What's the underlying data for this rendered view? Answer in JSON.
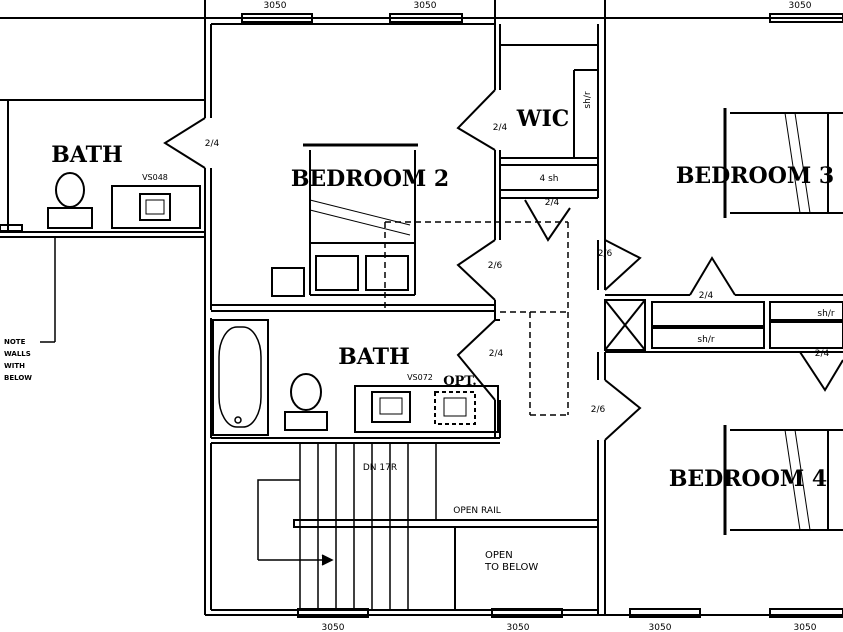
{
  "window_codes": {
    "top_1": "3050",
    "top_2": "3050",
    "top_3": "3050",
    "bottom_1": "3050",
    "bottom_2": "3050",
    "bottom_3": "3050",
    "bottom_4": "3050"
  },
  "rooms": {
    "bath_1": "BATH",
    "bedroom_2": "BEDROOM 2",
    "wic": "WIC",
    "bedroom_3": "BEDROOM 3",
    "bath_2": "BATH",
    "bedroom_4": "BEDROOM 4"
  },
  "doors": {
    "d1": "2/4",
    "d2": "2/4",
    "d3": "2/4",
    "d4": "2/6",
    "d5": "2/6",
    "d6": "2/4",
    "d7": "2/4",
    "d8": "2/6",
    "d9": "2/4"
  },
  "fixtures": {
    "vanity_1": "VS048",
    "vanity_2": "VS072",
    "opt": "OPT.",
    "shelf_4sh": "4 sh",
    "shelf_wic": "sh/r",
    "shelf_sh_r_1": "sh/r",
    "shelf_sh_r_2": "sh/r"
  },
  "notes": {
    "note_line1": "NOTE",
    "note_line2": "WALLS",
    "note_line3": "WITH",
    "note_line4": "BELOW",
    "stair_dn": "DN 17R",
    "open_rail": "OPEN RAIL",
    "open_below_1": "OPEN",
    "open_below_2": "TO BELOW"
  }
}
